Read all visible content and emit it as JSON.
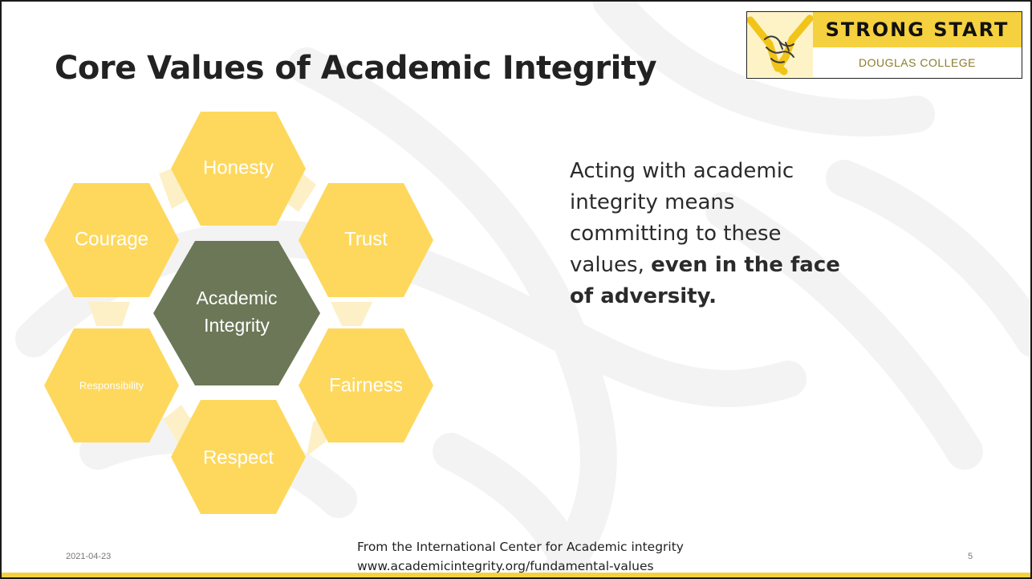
{
  "slide": {
    "title": "Core Values of Academic Integrity",
    "logo": {
      "title": "STRONG START",
      "subtitle": "DOUGLAS COLLEGE",
      "icon": "handshake-icon"
    },
    "diagram": {
      "center": [
        "Academic",
        "Integrity"
      ],
      "values": [
        "Honesty",
        "Trust",
        "Fairness",
        "Respect",
        "Responsibility",
        "Courage"
      ]
    },
    "body": {
      "lead": "Acting with academic integrity means committing to these values,",
      "emphasis": "even in the face of adversity."
    },
    "footer": {
      "date": "2021-04-23",
      "source_line1": "From the International Center for Academic integrity",
      "source_line2": "www.academicintegrity.org/fundamental-values",
      "page_number": "5"
    },
    "colors": {
      "hexagon": "#fdd85d",
      "center_hexagon": "#6b7757",
      "accent": "#f5d13f",
      "connector": "#fdf0c6"
    }
  }
}
